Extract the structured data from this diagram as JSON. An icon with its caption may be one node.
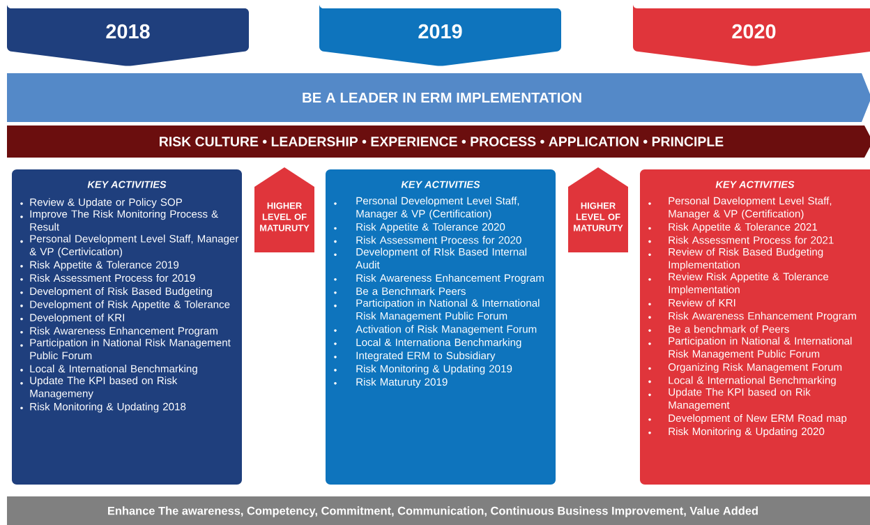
{
  "diagram": {
    "nodes": [
      {
        "text": [
          "2018"
        ]
      },
      {
        "text": [
          "2019"
        ]
      },
      {
        "text": [
          "2020"
        ]
      },
      {
        "text": [
          "BE A LEADER IN ERM IMPLEMENTATION"
        ]
      },
      {
        "text": [
          "RISK CULTURE • LEADERSHIP • EXPERIENCE • PROCESS • APPLICATION • PRINCIPLE"
        ]
      },
      {
        "text": [
          "KEY ACTIVITIES",
          "Review & Update or Policy SOP",
          "Improve The Risk Monitoring Process & Result",
          "Personal Development Level Staff, Manager & VP (Certivication)",
          "Risk Appetite & Tolerance 2019",
          "Risk Assessment Process for 2019",
          "Development of Risk Based Budgeting",
          "Development of Risk Appetite & Tolerance",
          "Development of KRI",
          "Risk Awareness Enhancement Program",
          "Participation in National Risk Management Public Forum",
          "Local & International Benchmarking",
          "Update The KPI based on Risk Managemeny",
          "Risk Monitoring & Updating 2018"
        ]
      },
      {
        "text": [
          "HIGHER LEVEL OF MATURUTY"
        ]
      },
      {
        "text": [
          "KEY ACTIVITIES",
          "Personal Development Level Staff, Manager & VP (Certification)",
          "Risk Appetite & Tolerance 2020",
          "Risk Assessment Process for 2020",
          "Development of RIsk Based Internal Audit",
          "Risk Awareness Enhancement Program",
          "Be a Benchmark Peers",
          "Participation in National & International Risk Management Public Forum",
          "Activation of Risk Management Forum",
          "Local & Internationa Benchmarking",
          "Integrated ERM to Subsidiary",
          "Risk Monitoring & Updating 2019",
          "Risk Maturuty 2019"
        ]
      },
      {
        "text": [
          "HIGHER LEVEL OF MATURUTY"
        ]
      },
      {
        "text": [
          "KEY ACTIVITIES",
          "Personal Davelopment Level Staff, Manager & VP (Certification)",
          "Risk Appetite & Tolerance 2021",
          "Risk Assessment Process for 2021",
          "Review of Risk Based Budgeting Implementation",
          "Review Risk Appetite & Tolerance Implementation",
          "Review of KRI",
          "Risk Awareness Enhancement Program",
          "Be a benchmark of Peers",
          "Participation in National & International Risk Management Public Forum",
          "Organizing Risk Management Forum",
          "Local & International Benchmarking",
          "Update The KPI based on Rik Management",
          "Development of New ERM Road map",
          "Risk Monitoring & Updating 2020"
        ]
      },
      {
        "text": [
          "Enhance The awareness, Competency, Commitment, Communication, Continuous Business Improvement, Value Added"
        ]
      }
    ]
  }
}
